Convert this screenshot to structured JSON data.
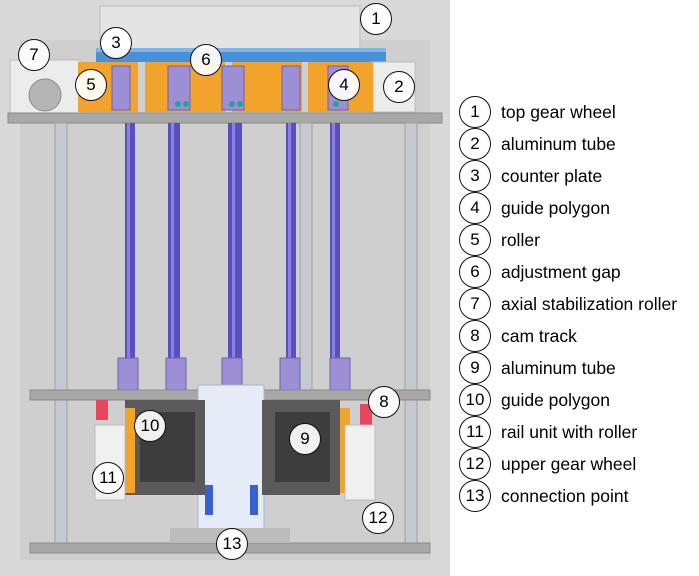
{
  "legend": [
    {
      "num": "1",
      "label": "top gear wheel"
    },
    {
      "num": "2",
      "label": "aluminum tube"
    },
    {
      "num": "3",
      "label": "counter plate"
    },
    {
      "num": "4",
      "label": "guide polygon"
    },
    {
      "num": "5",
      "label": "roller"
    },
    {
      "num": "6",
      "label": "adjustment gap"
    },
    {
      "num": "7",
      "label": "axial stabilization roller"
    },
    {
      "num": "8",
      "label": "cam track"
    },
    {
      "num": "9",
      "label": "aluminum tube"
    },
    {
      "num": "10",
      "label": "guide polygon"
    },
    {
      "num": "11",
      "label": "rail unit with roller"
    },
    {
      "num": "12",
      "label": "upper gear wheel"
    },
    {
      "num": "13",
      "label": "connection point"
    }
  ],
  "callouts": [
    "1",
    "2",
    "3",
    "4",
    "5",
    "6",
    "7",
    "8",
    "9",
    "10",
    "11",
    "12",
    "13"
  ],
  "colors": {
    "background": "#dcdcdc",
    "plate": "#a8a8a8",
    "gear_wheel": "#4a90d9",
    "orange_block": "#f2a32c",
    "purple_bracket": "#9c8fd6",
    "push_rod": "#5a4fc0",
    "red_cam": "#e8465c",
    "teal_bolt": "#1fa59a"
  }
}
